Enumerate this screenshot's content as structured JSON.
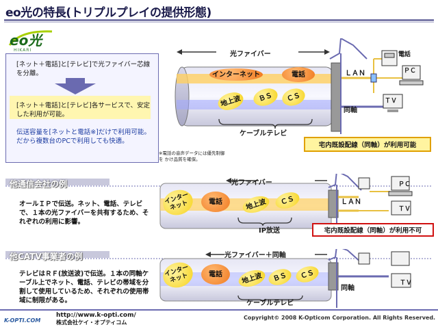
{
  "title": "eo光の特長(トリプルプレイの提供形態)",
  "logo": {
    "text": "eo光",
    "sub": "HIKARI"
  },
  "infobox": {
    "line1": "[ネット＋電話]と[テレビ]で光ファイバー芯線を分離。",
    "line2": "[ネット＋電話]と[テレビ]各サービスで、安定した利用が可能。",
    "line3": "伝送容量を[ネットと電話※]だけで利用可能。だから複数台のPCで利用しても快適。"
  },
  "section1": {
    "fiber_label": "光ファイバー",
    "pill_internet": "インターネット",
    "pill_phone": "電話",
    "pill_terrestrial": "地上波",
    "pill_bs": "ＢＳ",
    "pill_cs": "ＣＳ",
    "cable_tv": "ケーブルテレビ",
    "lan": "ＬＡＮ",
    "coax": "同軸",
    "device_phone": "電話",
    "device_pc": "ＰＣ",
    "device_tv": "ＴＶ",
    "note": "宅内既設配線（同軸）が利用可能",
    "footnote1": "※電話の音声データには優先制御",
    "footnote2": "を かけ品質を確保。"
  },
  "section2": {
    "title": "他通信会社の例",
    "body": "オールＩＰで伝送。ネット、電話、テレビで、１本の光ファイバーを共有するため、それぞれの利用に影響。",
    "fiber_label": "光ファイバー",
    "pill_internet": "インターネット",
    "pill_phone": "電話",
    "pill_terrestrial": "地上波",
    "pill_cs": "ＣＳ",
    "ip_label": "IP放送",
    "lan": "ＬＡＮ",
    "device_pc": "ＰＣ",
    "device_tv": "ＴＶ",
    "note": "宅内既設配線（同軸）が利用不可"
  },
  "section3": {
    "title": "他CATV事業者の例",
    "body": "テレビはＲＦ(放送波)で伝送。１本の同軸ケーブル上でネット、電話、テレビの帯域を分割して使用しているため、それぞれの使用帯域に制限がある。",
    "fiber_label": "光ファイバー＋同軸",
    "pill_internet": "インターネット",
    "pill_phone": "電話",
    "pill_terrestrial": "地上波",
    "pill_bs": "ＢＳ",
    "pill_cs": "ＣＳ",
    "cable_tv": "ケーブルテレビ",
    "coax": "同軸",
    "device_tv": "ＴＶ"
  },
  "footer": {
    "logo": "K-OPTI.COM",
    "url": "http://www.k-opti.com/",
    "company": "株式会社ケイ・オプティコム",
    "copyright": "Copyright© 2008 K-Opticom Corporation. All Rights Reserved."
  },
  "colors": {
    "accent": "#6a6ab0",
    "orange": "#f07a20",
    "yellow": "#f6d21a",
    "note_border": "#d01010"
  }
}
